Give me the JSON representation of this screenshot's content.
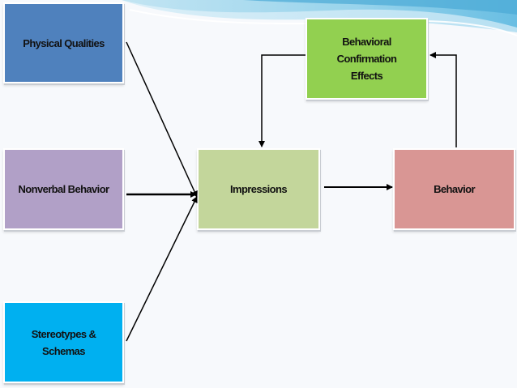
{
  "diagram": {
    "nodes": {
      "physical_qualities": {
        "label": "Physical Qualities",
        "color": "#4f81bd"
      },
      "nonverbal_behavior": {
        "label": "Nonverbal Behavior",
        "color": "#b1a0c7"
      },
      "stereotypes_schemas": {
        "label": "Stereotypes & Schemas",
        "color": "#00b0f0"
      },
      "impressions": {
        "label": "Impressions",
        "color": "#c3d69b"
      },
      "behavior": {
        "label": "Behavior",
        "color": "#d99694"
      },
      "behavioral_confirmation": {
        "label_line1": "Behavioral Confirmation",
        "label_line2": "Effects",
        "color": "#92d050"
      }
    },
    "edges": [
      {
        "from": "physical_qualities",
        "to": "impressions"
      },
      {
        "from": "nonverbal_behavior",
        "to": "impressions"
      },
      {
        "from": "stereotypes_schemas",
        "to": "impressions"
      },
      {
        "from": "impressions",
        "to": "behavior"
      },
      {
        "from": "behavior",
        "to": "behavioral_confirmation"
      },
      {
        "from": "behavioral_confirmation",
        "to": "impressions"
      }
    ],
    "arrow_color": "#000000"
  }
}
